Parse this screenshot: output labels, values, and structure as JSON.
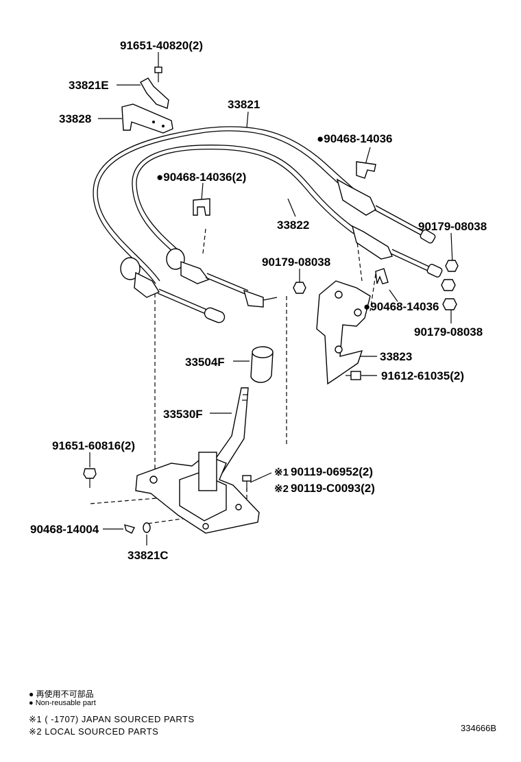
{
  "parts": {
    "bolt_top": "91651-40820(2)",
    "bracket_e": "33821E",
    "bracket_28": "33828",
    "cable_21": "33821",
    "clip_top_right": "●90468-14036",
    "clip_mid_left": "●90468-14036(2)",
    "cable_22": "33822",
    "nut_right_upper": "90179-08038",
    "nut_mid": "90179-08038",
    "clip_bracket": "●90468-14036",
    "nut_right_lower": "90179-08038",
    "bracket_23": "33823",
    "bolt_bracket": "91612-61035(2)",
    "knob": "33504F",
    "lever": "33530F",
    "bolt_base": "91651-60816(2)",
    "mark_1": "※1",
    "screw_1": "90119-06952(2)",
    "mark_2": "※2",
    "screw_2": "90119-C0093(2)",
    "pin": "90468-14004",
    "washer": "33821C"
  },
  "legend": {
    "non_reusable_cn": "● 再使用不可部品",
    "non_reusable_en": "● Non-reusable part",
    "note_1": "※1 (    -1707) JAPAN SOURCED PARTS",
    "note_2": "※2 LOCAL SOURCED PARTS"
  },
  "illustration_id": "334666B"
}
